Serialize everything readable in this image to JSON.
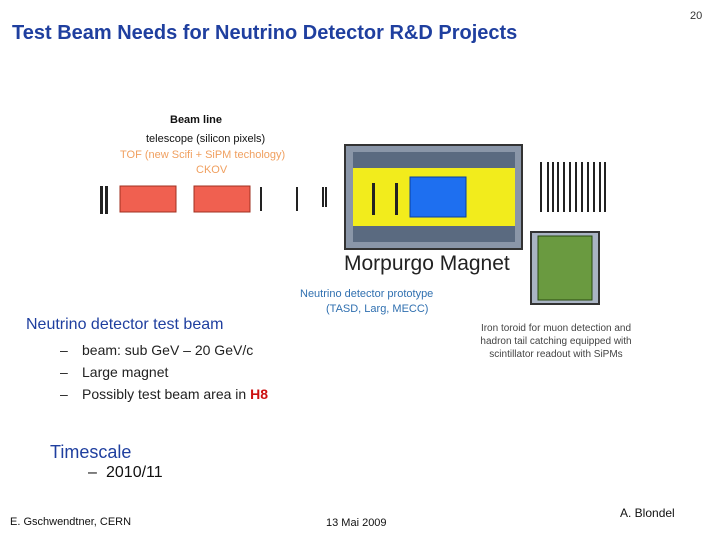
{
  "slide": {
    "title": "Test Beam Needs for Neutrino Detector R&D Projects",
    "number": "20"
  },
  "diagram": {
    "beamline_title": "Beam line",
    "beamline_telescope": "telescope (silicon pixels)",
    "beamline_tof": "TOF (new Scifi + SiPM techology)",
    "beamline_ckov": "CKOV",
    "magnet_label": "Morpurgo Magnet",
    "prototype_line1": "Neutrino detector prototype",
    "prototype_line2": "(TASD, Larg, MECC)",
    "toroid_text": "Iron toroid for muon detection and hadron tail catching equipped with scintillator readout with SiPMs"
  },
  "bullets": {
    "main": "Neutrino detector test beam",
    "sub": [
      "beam: sub GeV – 20 GeV/c",
      "Large magnet",
      "Possibly test beam area in "
    ],
    "highlight": "H8"
  },
  "timescale": {
    "label": "Timescale",
    "value": "2010/11"
  },
  "footer": {
    "author": "E. Gschwendtner, CERN",
    "date": "13 Mai 2009",
    "right": "A. Blondel"
  }
}
